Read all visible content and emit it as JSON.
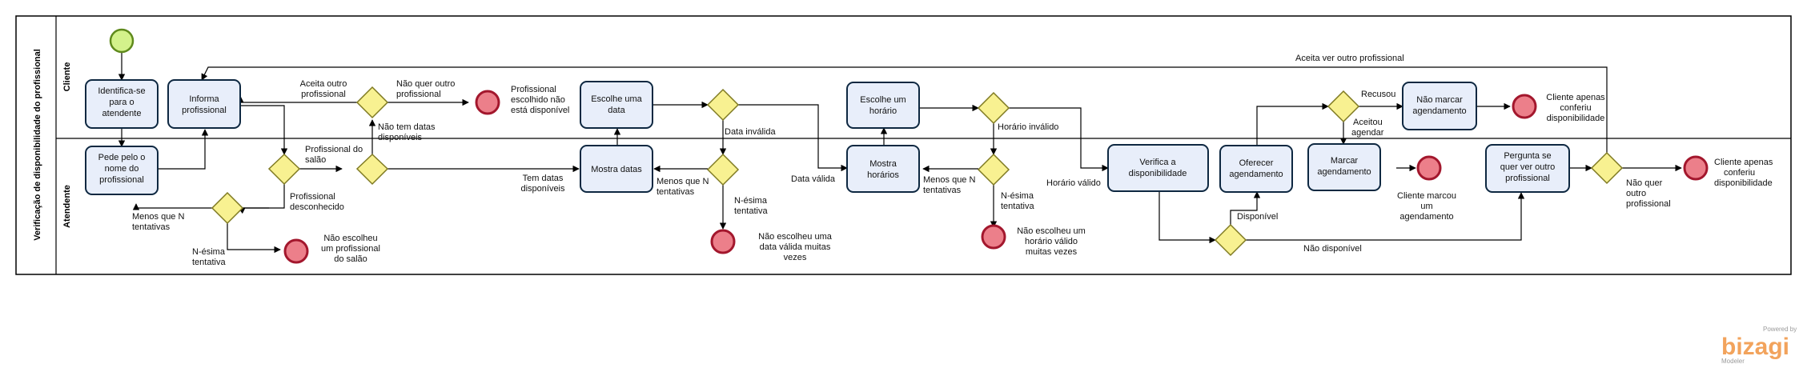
{
  "pool": {
    "title": "Verificação de disponibilidade do profissional"
  },
  "lanes": {
    "cliente": "Cliente",
    "atendente": "Atendente"
  },
  "tasks": {
    "identifica": [
      "Identifica-se",
      "para o",
      "atendente"
    ],
    "informa": [
      "Informa",
      "profissional"
    ],
    "pede_nome": [
      "Pede pelo o",
      "nome do",
      "profissional"
    ],
    "escolhe_data": [
      "Escolhe uma",
      "data"
    ],
    "mostra_datas": [
      "Mostra datas"
    ],
    "escolhe_horario": [
      "Escolhe um",
      "horário"
    ],
    "mostra_horarios": [
      "Mostra",
      "horários"
    ],
    "verifica": [
      "Verifica a",
      "disponibilidade"
    ],
    "oferecer": [
      "Oferecer",
      "agendamento"
    ],
    "marcar": [
      "Marcar",
      "agendamento"
    ],
    "nao_marcar": [
      "Não marcar",
      "agendamento"
    ],
    "pergunta": [
      "Pergunta se",
      "quer ver outro",
      "profissional"
    ]
  },
  "labels": {
    "aceita_outro": [
      "Aceita outro",
      "profissional"
    ],
    "nao_quer_outro": [
      "Não quer outro",
      "profissional"
    ],
    "prof_nao_disp": [
      "Profissional",
      "escolhido não",
      "está disponível"
    ],
    "nao_tem_datas": [
      "Não tem datas",
      "disponíveis"
    ],
    "prof_do_salao": [
      "Profissional do",
      "salão"
    ],
    "prof_desconhecido": [
      "Profissional",
      "desconhecido"
    ],
    "menos_n_1": [
      "Menos que N",
      "tentativas"
    ],
    "n_esima_1": [
      "N-ésima",
      "tentativa"
    ],
    "nao_escolheu_prof": [
      "Não escolheu",
      "um profissional",
      "do salão"
    ],
    "tem_datas": [
      "Tem datas",
      "disponíveis"
    ],
    "data_invalida": [
      "Data inválida"
    ],
    "menos_n_2": [
      "Menos que N",
      "tentativas"
    ],
    "n_esima_2": [
      "N-ésima",
      "tentativa"
    ],
    "nao_escolheu_data": [
      "Não escolheu uma",
      "data válida muitas",
      "vezes"
    ],
    "data_valida": [
      "Data válida"
    ],
    "horario_invalido": [
      "Horário inválido"
    ],
    "menos_n_3": [
      "Menos que N",
      "tentativas"
    ],
    "n_esima_3": [
      "N-ésima",
      "tentativa"
    ],
    "nao_escolheu_horario": [
      "Não escolheu um",
      "horário válido",
      "muitas vezes"
    ],
    "horario_valido": [
      "Horário válido"
    ],
    "disponivel": [
      "Disponível"
    ],
    "nao_disponivel": [
      "Não disponível"
    ],
    "recusou": [
      "Recusou"
    ],
    "aceitou": [
      "Aceitou",
      "agendar"
    ],
    "cliente_marcou": [
      "Cliente marcou",
      "um",
      "agendamento"
    ],
    "cliente_conferiu_1": [
      "Cliente apenas",
      "conferiu",
      "disponibilidade"
    ],
    "aceita_ver_outro": [
      "Aceita ver outro profissional"
    ],
    "nao_quer_outro_2": [
      "Não quer",
      "outro",
      "profissional"
    ],
    "cliente_conferiu_2": [
      "Cliente apenas",
      "conferiu",
      "disponibilidade"
    ]
  },
  "brand": {
    "powered": "Powered by",
    "name": "bizagi",
    "product": "Modeler"
  },
  "colors": {
    "task_fill": "#e8eefa",
    "task_stroke": "#0e2841",
    "gateway": "#f8f191",
    "start": "#d3f28b",
    "end": "#ec7f8a",
    "brand": "#f2a35c"
  }
}
